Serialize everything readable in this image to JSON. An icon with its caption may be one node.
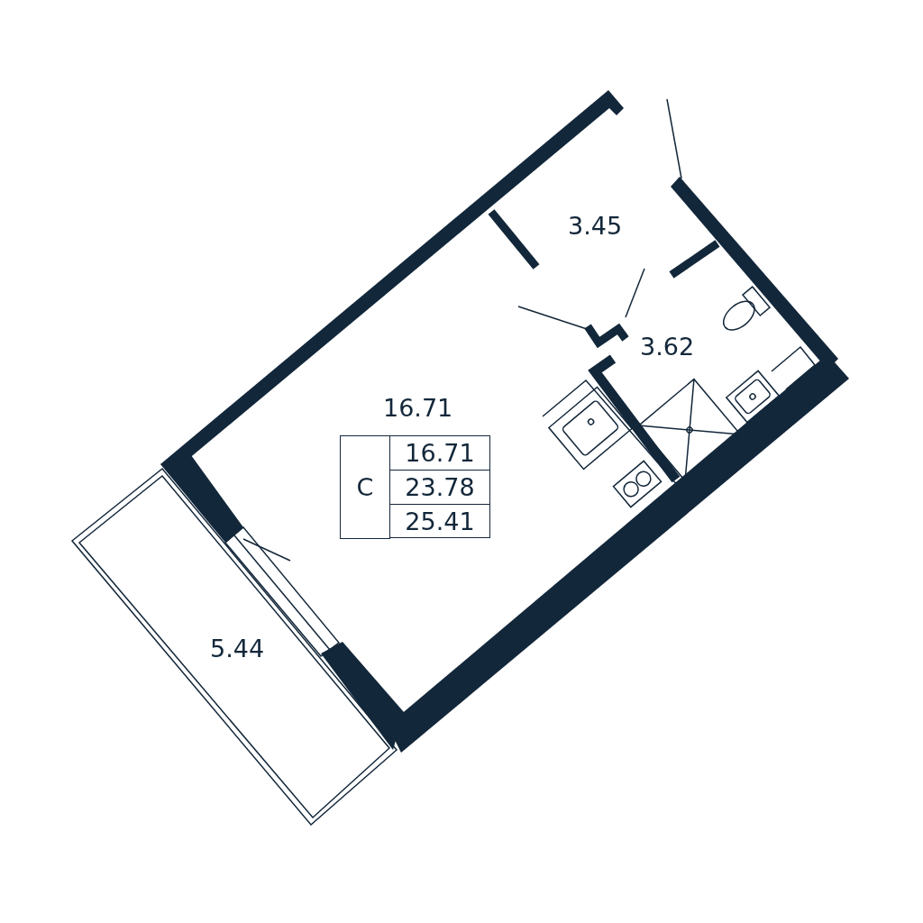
{
  "diagram": {
    "labels": [
      "3.45",
      "3.62",
      "16.71",
      "С",
      "16.71",
      "23.78",
      "25.41",
      "5.44"
    ]
  }
}
